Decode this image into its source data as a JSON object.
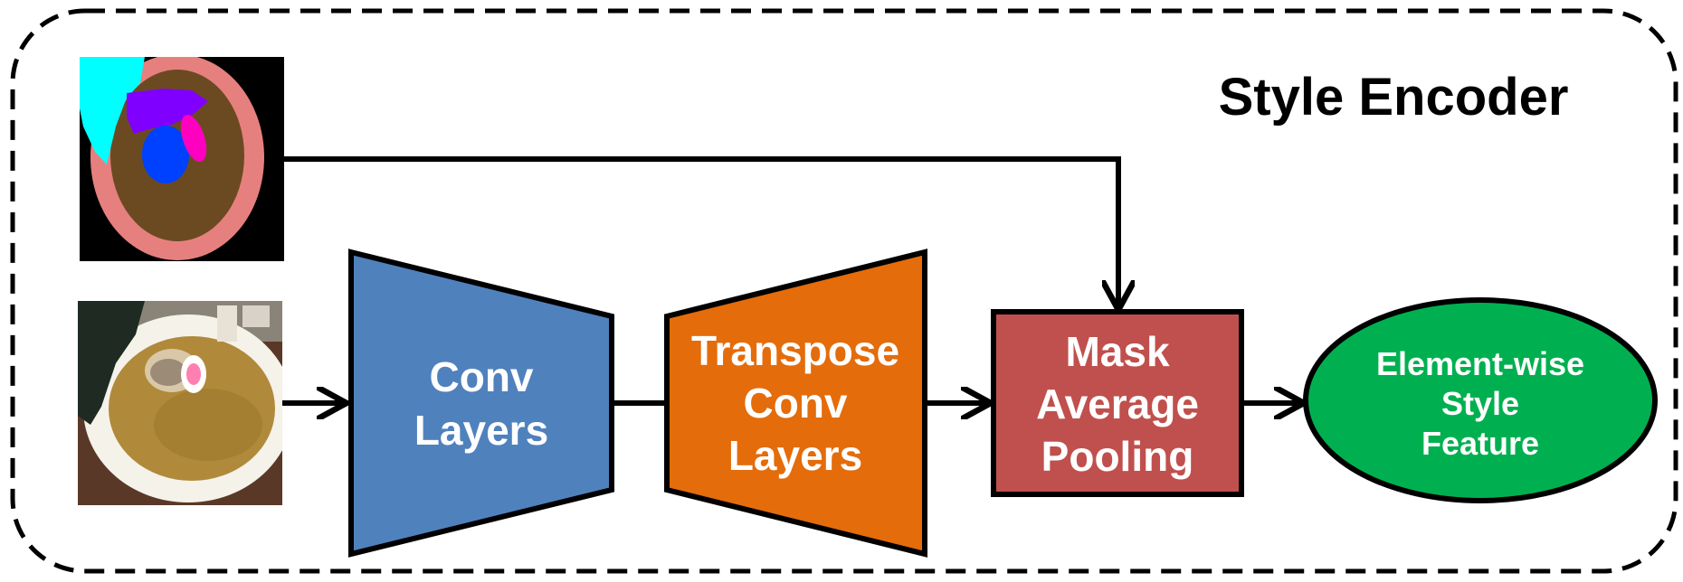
{
  "title": "Style Encoder",
  "blocks": {
    "conv": {
      "lines": [
        "Conv",
        "Layers"
      ],
      "color": "#4f81bd"
    },
    "transpose": {
      "lines": [
        "Transpose",
        "Conv",
        "Layers"
      ],
      "color": "#e46c0a"
    },
    "pooling": {
      "lines": [
        "Mask",
        "Average",
        "Pooling"
      ],
      "color": "#c0504d"
    },
    "feature": {
      "lines": [
        "Element-wise",
        "Style",
        "Feature"
      ],
      "color": "#00b050"
    }
  },
  "colors": {
    "border": "#000000",
    "mask_background": "#000000",
    "mask_plate": "#e6807e",
    "mask_soup": "#6b4a22",
    "mask_cyan": "#00ffff",
    "mask_purple": "#8000ff",
    "mask_blue": "#0040ff",
    "mask_pink": "#ff00c0",
    "photo_bowl": "#f5f2ea",
    "photo_broth": "#b08a3a",
    "photo_table": "#5a3828",
    "photo_nori": "#1e2a22"
  },
  "icons": {
    "segmentation_mask": "segmentation-mask-image",
    "food_photo": "ramen-photo-image"
  }
}
